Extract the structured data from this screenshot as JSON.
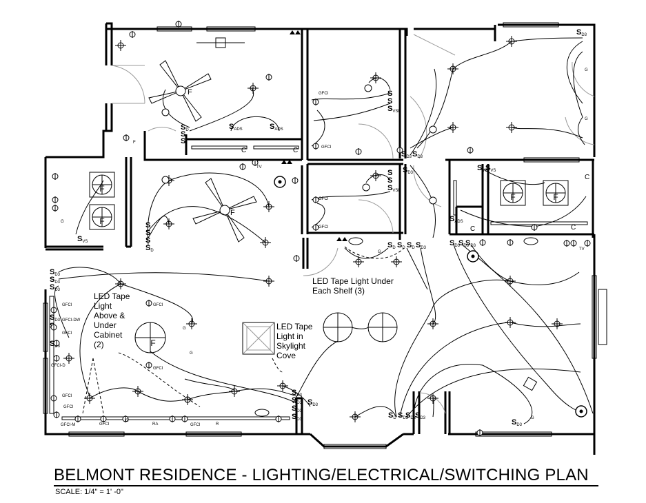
{
  "title": "BELMONT RESIDENCE - LIGHTING/ELECTRICAL/SWITCHING PLAN",
  "scale": "SCALE: 1/4\" = 1' -0\"",
  "notes": {
    "led_cabinet": [
      "LED Tape",
      "Light",
      "Above &",
      "Under",
      "Cabinet",
      "(2)"
    ],
    "led_shelf": [
      "LED Tape Light Under",
      "Each Shelf (3)"
    ],
    "led_skylight": [
      "LED Tape",
      "Light in",
      "Skylight",
      "Cove"
    ]
  },
  "symbols": {
    "switch": "S",
    "fan": "F",
    "gfci": "GFCI",
    "closet": "C",
    "tv": "TV",
    "ground": "G",
    "range": "RA",
    "refrigerator": "R",
    "dishwasher": "GFCI-DW",
    "disposal": "GFCI-D",
    "microwave": "GFCI-M"
  },
  "switch_subscripts": {
    "three_way": "D3",
    "dimmer": "D",
    "vacancy": "VS",
    "vacancy_dimmer": "VSD",
    "ads": "ADS"
  },
  "switch_labels": [
    {
      "s": "S",
      "sub": "D"
    },
    {
      "s": "S",
      "sub": ""
    },
    {
      "s": "S",
      "sub": ""
    },
    {
      "s": "S",
      "sub": "ADS"
    },
    {
      "s": "S",
      "sub": "ADS"
    },
    {
      "s": "S",
      "sub": ""
    },
    {
      "s": "S",
      "sub": ""
    },
    {
      "s": "S",
      "sub": "VSD"
    },
    {
      "s": "S",
      "sub": "D3"
    },
    {
      "s": "S",
      "sub": "D3"
    },
    {
      "s": "S",
      "sub": ""
    },
    {
      "s": "S",
      "sub": ""
    },
    {
      "s": "S",
      "sub": "VSD"
    },
    {
      "s": "S",
      "sub": "D3"
    },
    {
      "s": "S",
      "sub": "D3"
    },
    {
      "s": "S",
      "sub": "D3"
    },
    {
      "s": "S",
      "sub": "D3"
    },
    {
      "s": "S",
      "sub": "D3"
    },
    {
      "s": "S",
      "sub": ""
    },
    {
      "s": "S",
      "sub": "D3"
    },
    {
      "s": "S",
      "sub": "VS"
    },
    {
      "s": "S",
      "sub": "VS"
    },
    {
      "s": "S",
      "sub": "ADS"
    },
    {
      "s": "S",
      "sub": ""
    },
    {
      "s": "S",
      "sub": ""
    },
    {
      "s": "S",
      "sub": ""
    },
    {
      "s": "S",
      "sub": "D"
    },
    {
      "s": "S",
      "sub": "VS"
    },
    {
      "s": "S",
      "sub": "D3"
    },
    {
      "s": "S",
      "sub": "D3"
    },
    {
      "s": "S",
      "sub": "D3"
    },
    {
      "s": "S",
      "sub": "D"
    },
    {
      "s": "S",
      "sub": "D"
    },
    {
      "s": "S",
      "sub": "D"
    },
    {
      "s": "S",
      "sub": "D3"
    },
    {
      "s": "S",
      "sub": "D3"
    },
    {
      "s": "S",
      "sub": "D3"
    },
    {
      "s": "S",
      "sub": "D3"
    },
    {
      "s": "S",
      "sub": "D3"
    },
    {
      "s": "S",
      "sub": "D3"
    },
    {
      "s": "S",
      "sub": "D"
    },
    {
      "s": "S",
      "sub": "D3"
    },
    {
      "s": "S",
      "sub": "D3"
    },
    {
      "s": "S",
      "sub": "D3"
    },
    {
      "s": "S",
      "sub": "D3"
    },
    {
      "s": "S",
      "sub": "D3"
    }
  ]
}
